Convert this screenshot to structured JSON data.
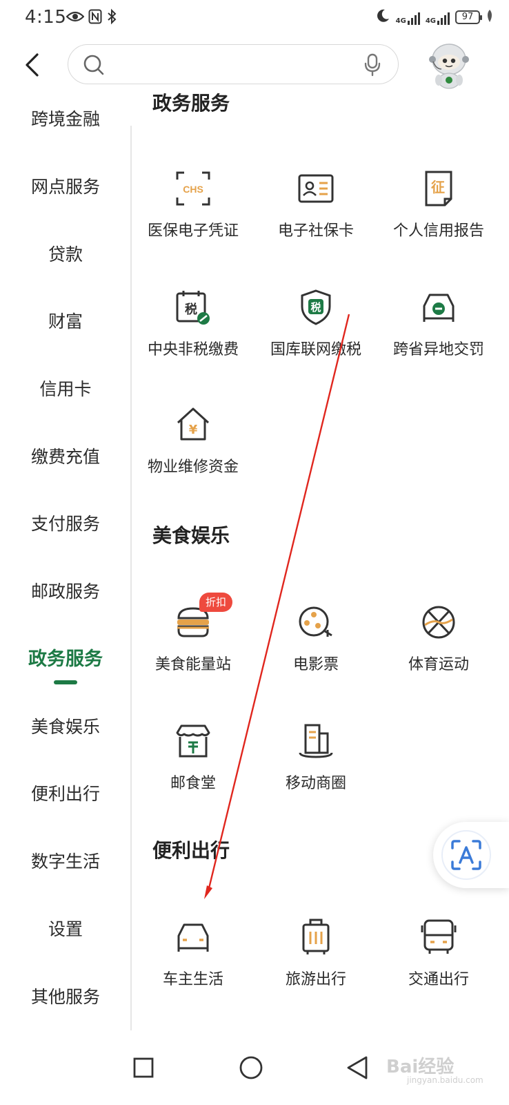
{
  "status_bar": {
    "time": "4:15",
    "signal_1": "4G",
    "signal_2": "4G",
    "battery": "97"
  },
  "search": {
    "placeholder": "",
    "value": ""
  },
  "sidebar": {
    "items": [
      {
        "label": "跨境金融"
      },
      {
        "label": "网点服务"
      },
      {
        "label": "贷款"
      },
      {
        "label": "财富"
      },
      {
        "label": "信用卡"
      },
      {
        "label": "缴费充值"
      },
      {
        "label": "支付服务"
      },
      {
        "label": "邮政服务"
      },
      {
        "label": "政务服务",
        "active": true
      },
      {
        "label": "美食娱乐"
      },
      {
        "label": "便利出行"
      },
      {
        "label": "数字生活"
      },
      {
        "label": "设置"
      },
      {
        "label": "其他服务"
      }
    ]
  },
  "sections": [
    {
      "title": "政务服务",
      "items": [
        {
          "label": "医保电子凭证",
          "icon": "chs-icon",
          "icon_text": "CHS"
        },
        {
          "label": "电子社保卡",
          "icon": "id-card-icon"
        },
        {
          "label": "个人信用报告",
          "icon": "credit-report-icon",
          "icon_text": "征"
        },
        {
          "label": "中央非税缴费",
          "icon": "tax-calendar-icon",
          "icon_text": "税"
        },
        {
          "label": "国库联网缴税",
          "icon": "tax-shield-icon",
          "icon_text": "税"
        },
        {
          "label": "跨省异地交罚",
          "icon": "traffic-fine-icon"
        },
        {
          "label": "物业维修资金",
          "icon": "property-fund-icon",
          "icon_text": "¥"
        }
      ]
    },
    {
      "title": "美食娱乐",
      "items": [
        {
          "label": "美食能量站",
          "icon": "burger-icon",
          "badge": "折扣"
        },
        {
          "label": "电影票",
          "icon": "film-reel-icon"
        },
        {
          "label": "体育运动",
          "icon": "basketball-icon"
        },
        {
          "label": "邮食堂",
          "icon": "canteen-icon"
        },
        {
          "label": "移动商圈",
          "icon": "building-icon"
        }
      ]
    },
    {
      "title": "便利出行",
      "items": [
        {
          "label": "车主生活",
          "icon": "car-icon"
        },
        {
          "label": "旅游出行",
          "icon": "luggage-icon"
        },
        {
          "label": "交通出行",
          "icon": "bus-icon"
        }
      ]
    }
  ],
  "watermark": {
    "text": "Bai经验",
    "sub": "jingyan.baidu.com"
  },
  "colors": {
    "accent": "#1d7a45",
    "icon_gold": "#e5a24a",
    "icon_dark": "#333333",
    "badge_red": "#ee4a3e",
    "annotation_red": "#e0261e"
  }
}
